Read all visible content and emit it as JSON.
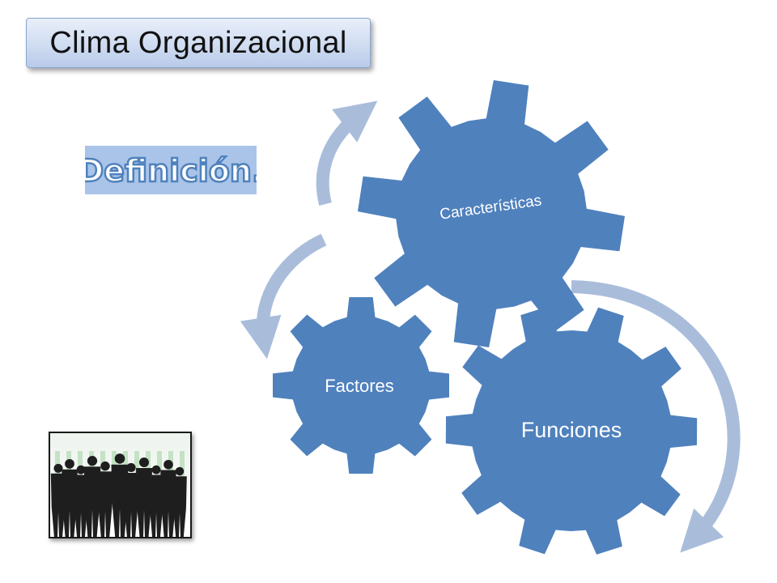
{
  "title": "Clima Organizacional",
  "definition_label": "Definición.",
  "gears": {
    "top": "Características",
    "left": "Factores",
    "right": "Funciones"
  },
  "colors": {
    "gear": "#4f81bd",
    "arrow": "#a9bddb",
    "definition_bg": "#a9c4e8",
    "definition_text": "#4f81bd"
  },
  "icons": [
    "people-silhouettes-image",
    "cycle-arrow-icon"
  ]
}
